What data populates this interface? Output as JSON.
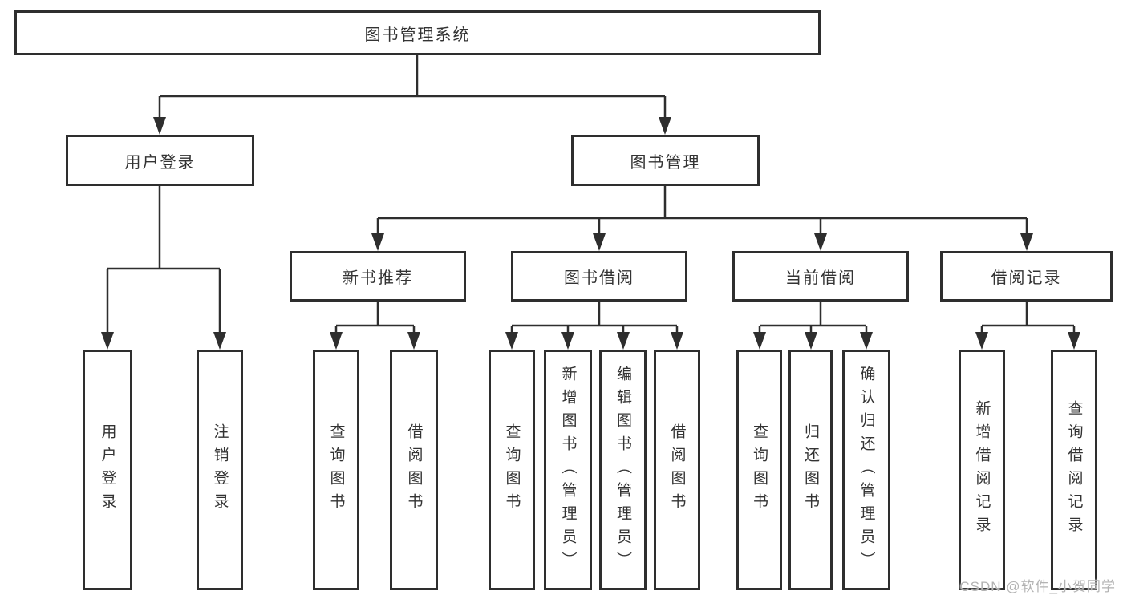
{
  "diagram": {
    "root": "图书管理系统",
    "level2": [
      "用户登录",
      "图书管理"
    ],
    "level3": [
      "新书推荐",
      "图书借阅",
      "当前借阅",
      "借阅记录"
    ],
    "level4": {
      "user_login": [
        "用户登录",
        "注销登录"
      ],
      "new_book_recommend": [
        "查询图书",
        "借阅图书"
      ],
      "book_borrow": [
        "查询图书",
        "新增图书（管理员）",
        "编辑图书（管理员）",
        "借阅图书"
      ],
      "current_borrow": [
        "查询图书",
        "归还图书",
        "确认归还（管理员）"
      ],
      "borrow_records": [
        "新增借阅记录",
        "查询借阅记录"
      ]
    }
  },
  "watermark": "CSDN @软件_小贺同学",
  "colors": {
    "line": "#2e2e2e",
    "box_border": "#2e2e2e",
    "text": "#333333",
    "background": "#ffffff",
    "watermark": "#b3b3b3"
  }
}
